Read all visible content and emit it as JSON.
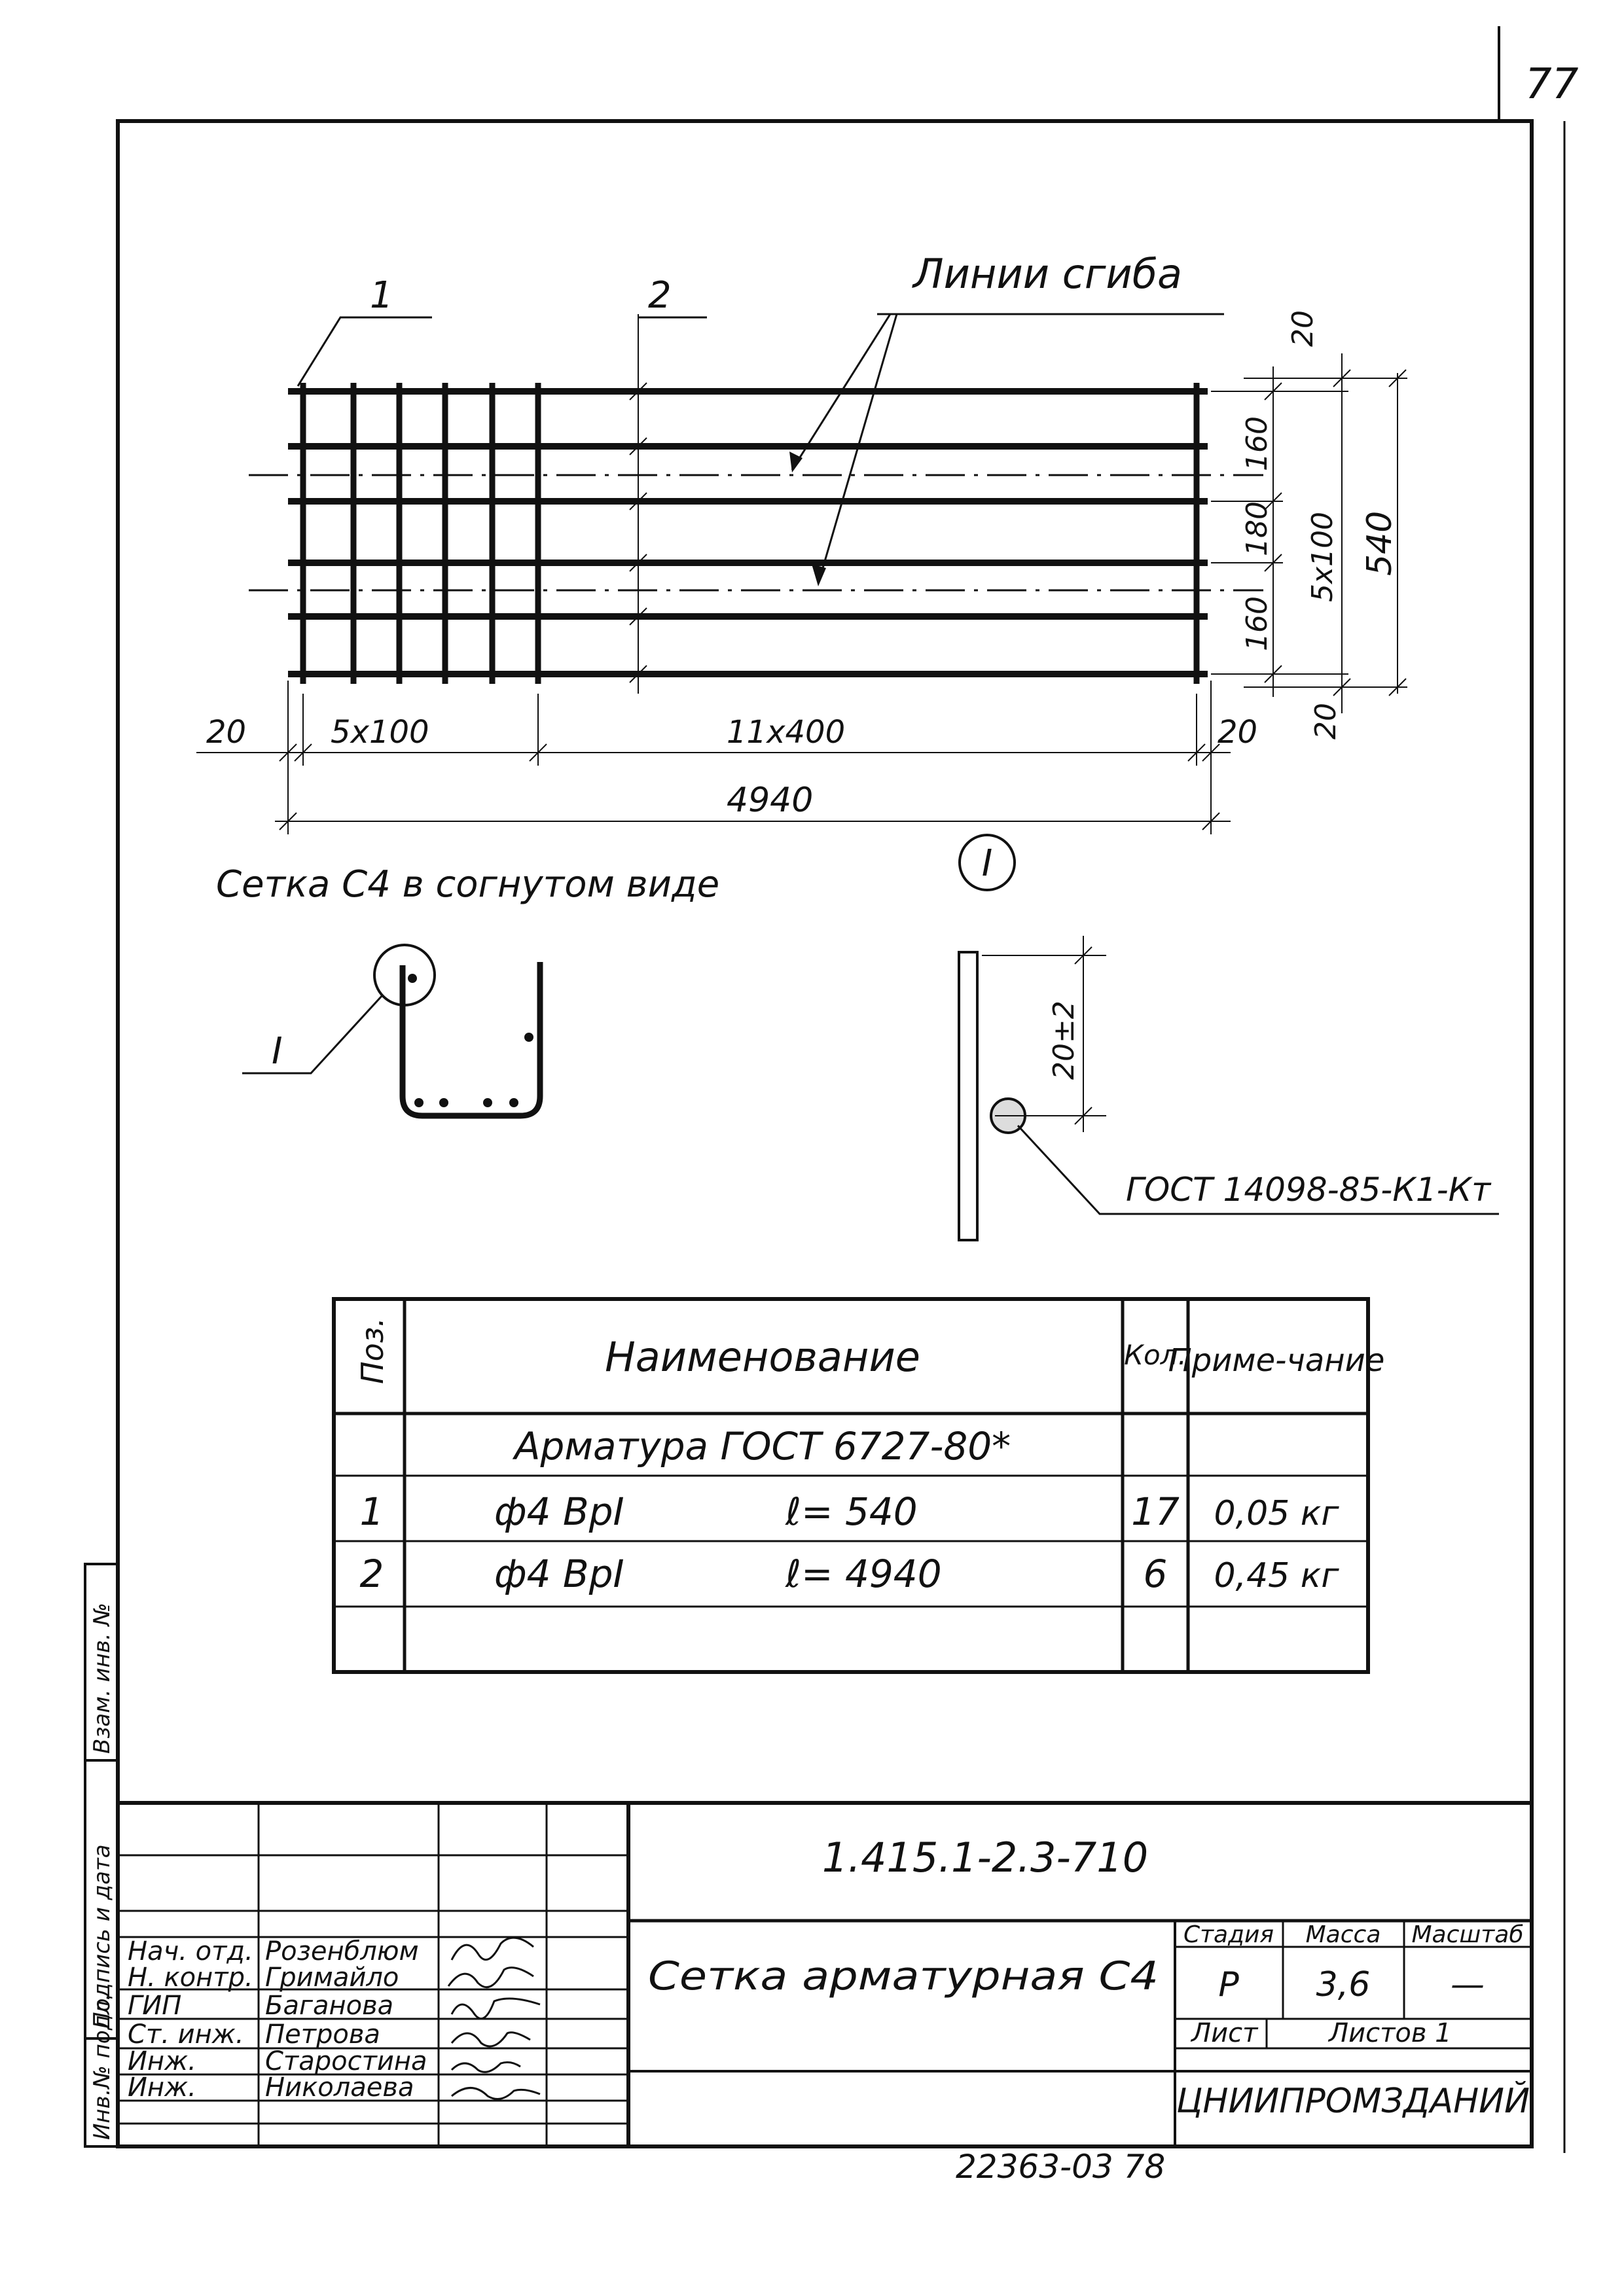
{
  "sheet": {
    "page_number": "77",
    "bottom_code": "22363-03 78"
  },
  "drawing": {
    "callout_1": "1",
    "callout_2": "2",
    "bend_lines_label": "Линии сгиба",
    "dims": {
      "top_20": "20",
      "d160a": "160",
      "d180": "180",
      "d160b": "160",
      "bottom_20": "20",
      "d5x100_vert": "5x100",
      "d540": "540",
      "left_20": "20",
      "d5x100": "5x100",
      "d11x400": "11x400",
      "right_20": "20",
      "total": "4940"
    },
    "bent_caption": "Сетка С4 в согнутом виде",
    "node_ref": "I",
    "node_marker": "I",
    "node_dim": "20±2",
    "weld_gost": "ГОСТ 14098-85-К1-Кт"
  },
  "spec": {
    "headers": {
      "pos": "Поз.",
      "name": "Наименование",
      "qty": "Кол.",
      "note": "Приме-чание"
    },
    "group_title": "Арматура    ГОСТ 6727-80*",
    "rows": [
      {
        "pos": "1",
        "name": "ф4 ВрI",
        "length": "ℓ= 540",
        "qty": "17",
        "note": "0,05 кг"
      },
      {
        "pos": "2",
        "name": "ф4 ВрI",
        "length": "ℓ= 4940",
        "qty": "6",
        "note": "0,45 кг"
      }
    ]
  },
  "side_stamp": [
    "Инв.№ подл.",
    "Подпись и дата",
    "Взам. инв. №"
  ],
  "title_block": {
    "doc_code": "1.415.1-2.3-710",
    "title": "Сетка арматурная С4",
    "stage_label": "Стадия",
    "mass_label": "Масса",
    "scale_label": "Масштаб",
    "stage": "Р",
    "mass": "3,6",
    "scale": "—",
    "sheet_label": "Лист",
    "sheets_label": "Листов 1",
    "org": "ЦНИИПРОМЗДАНИЙ",
    "staff": [
      {
        "role": "Нач. отд.",
        "name": "Розенблюм"
      },
      {
        "role": "Н. контр.",
        "name": "Гримайло"
      },
      {
        "role": "ГИП",
        "name": "Баганова"
      },
      {
        "role": "Ст. инж.",
        "name": "Петрова"
      },
      {
        "role": "Инж.",
        "name": "Старостина"
      },
      {
        "role": "Инж.",
        "name": "Николаева"
      }
    ]
  }
}
